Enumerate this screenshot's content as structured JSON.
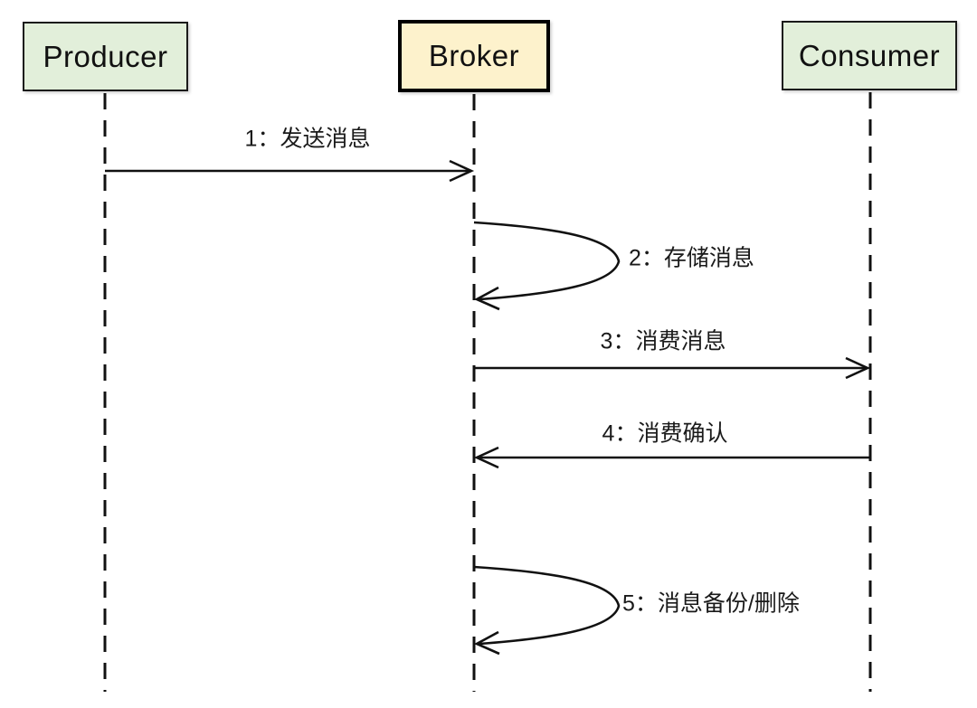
{
  "diagram": {
    "type": "sequence",
    "description": "Message queue sequence diagram: Producer sends to Broker, Broker stores, Consumer consumes and acknowledges, Broker backs up / deletes message"
  },
  "actors": [
    {
      "id": "producer",
      "label": "Producer",
      "fill": "#e2efda",
      "border": "thin"
    },
    {
      "id": "broker",
      "label": "Broker",
      "fill": "#fdf2cc",
      "border": "thick"
    },
    {
      "id": "consumer",
      "label": "Consumer",
      "fill": "#e2efda",
      "border": "thin"
    }
  ],
  "messages": [
    {
      "seq": "1",
      "label": "1：发送消息",
      "from": "Producer",
      "to": "Broker",
      "kind": "straight-arrow"
    },
    {
      "seq": "2",
      "label": "2：存储消息",
      "from": "Broker",
      "to": "Broker",
      "kind": "self-loop"
    },
    {
      "seq": "3",
      "label": "3：消费消息",
      "from": "Broker",
      "to": "Consumer",
      "kind": "straight-arrow"
    },
    {
      "seq": "4",
      "label": "4：消费确认",
      "from": "Consumer",
      "to": "Broker",
      "kind": "straight-arrow"
    },
    {
      "seq": "5",
      "label": "5：消息备份/删除",
      "from": "Broker",
      "to": "Broker",
      "kind": "self-loop"
    }
  ],
  "colors": {
    "actor_green": "#e2efda",
    "actor_yellow": "#fdf2cc",
    "line": "#111111",
    "background": "#ffffff"
  }
}
